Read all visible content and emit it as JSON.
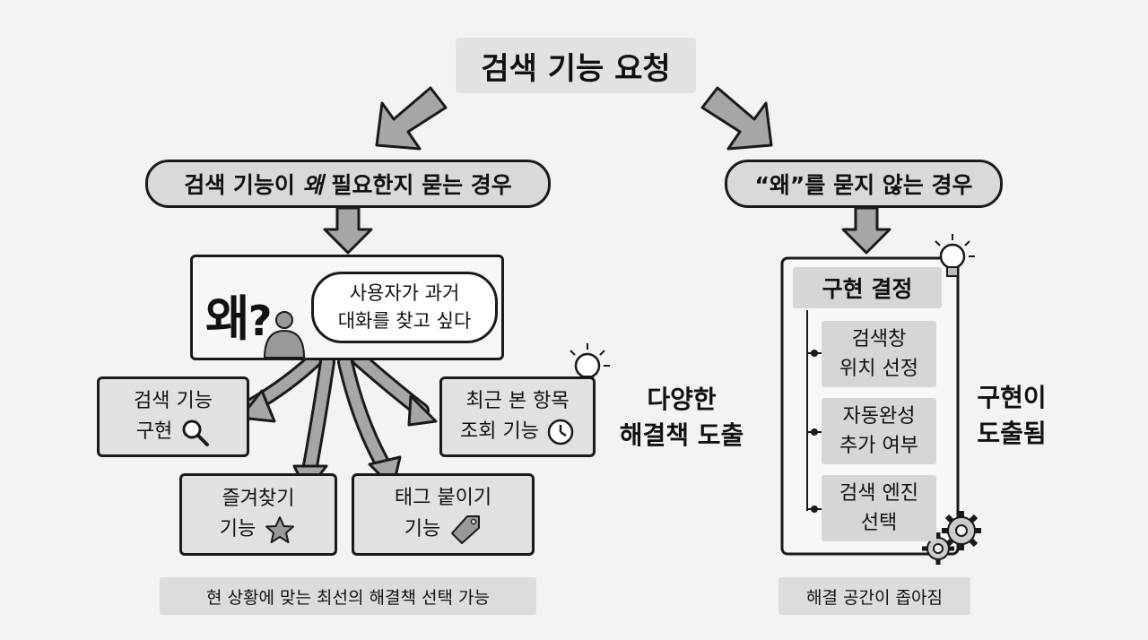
{
  "title": "검색 기능 요청",
  "left": {
    "header": {
      "before": "검색 기능이 ",
      "emph": "왜",
      "after": " 필요한지 묻는 경우"
    },
    "why": "왜",
    "bubble": [
      "사용자가 과거",
      "대화를 찾고 싶다"
    ],
    "options": [
      {
        "lines": [
          "검색 기능",
          "구현"
        ],
        "icon": "magnifier-icon"
      },
      {
        "lines": [
          "최근 본 항목",
          "조회 기능"
        ],
        "icon": "clock-icon"
      },
      {
        "lines": [
          "즐겨찾기",
          "기능"
        ],
        "icon": "star-icon"
      },
      {
        "lines": [
          "태그 붙이기",
          "기능"
        ],
        "icon": "tag-icon"
      }
    ],
    "side_label": [
      "다양한",
      "해결책 도출"
    ],
    "note": "현 상황에 맞는 최선의 해결책 선택 가능"
  },
  "right": {
    "header": "“왜”를 묻지 않는 경우",
    "impl_title": "구현 결정",
    "items": [
      [
        "검색창",
        "위치 선정"
      ],
      [
        "자동완성",
        "추가 여부"
      ],
      [
        "검색 엔진",
        "선택"
      ]
    ],
    "side_label": [
      "구현이",
      "도출됨"
    ],
    "note": "해결 공간이 좁아짐"
  },
  "colors": {
    "fill": "#d9d9d9",
    "arrow": "#a6a6a6",
    "stroke": "#1a1a1a",
    "background": "#f3f3f2"
  }
}
